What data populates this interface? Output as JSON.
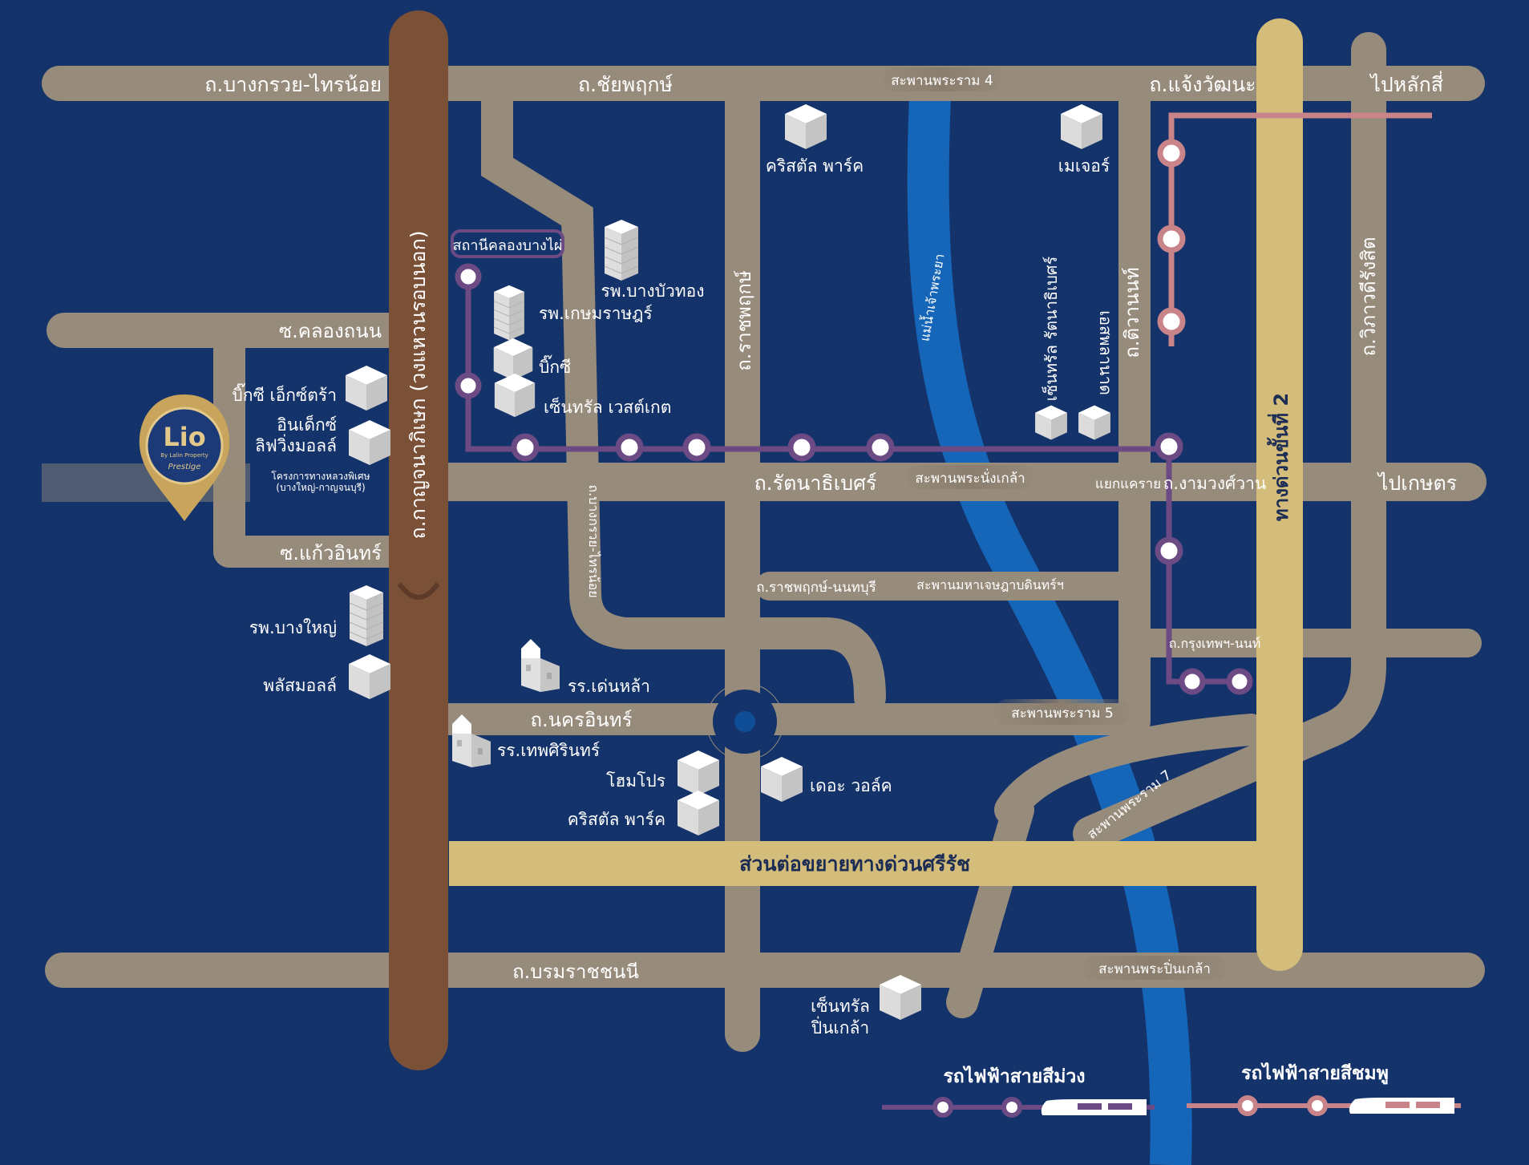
{
  "map": {
    "roads": {
      "bang_kruai_sai_noi": "ถ.บางกรวย-ไทรน้อย",
      "chaiyaphruek": "ถ.ชัยพฤกษ์",
      "chaengwattana": "ถ.แจ้งวัฒนะ",
      "to_lak_si": "ไปหลักสี่",
      "khlong_thanon": "ซ.คลองถนน",
      "kaew_in": "ซ.แก้วอินทร์",
      "kanchanaphisek": "ถ.กาญจนาภิเษก (วงแหวนรอบนอก)",
      "ratchaphruek": "ถ.ราชพฤกษ์",
      "tiwanon": "ถ.ติวานนท์",
      "wiphawadi": "ถ.วิภาวดีรังสิต",
      "expressway2": "ทางด่วนขั้นที่ 2",
      "rattanathibet": "ถ.รัตนาธิเบศร์",
      "khae_rai": "แยกแคราย",
      "ngamwongwan": "ถ.งามวงศ์วาน",
      "to_kaset": "ไปเกษตร",
      "bang_kruai_sai_noi_v": "ถ.บางกรวย-ไทรน้อย",
      "ratchaphruek_nonthaburi": "ถ.ราชพฤกษ์-นนทบุรี",
      "krungthep_non": "ถ.กรุงเทพฯ-นนท์",
      "nakhon_in": "ถ.นครอินทร์",
      "borommaratchachonnani": "ถ.บรมราชชนนี",
      "sirirat_ext": "ส่วนต่อขยายทางด่วนศรีรัช",
      "special_highway": "โครงการทางหลวงพิเศษ",
      "special_highway_sub": "(บางใหญ่-กาญจนบุรี)",
      "river": "แม่น้ำเจ้าพระยา"
    },
    "bridges": {
      "rama4": "สะพานพระราม 4",
      "phra_nang_klao": "สะพานพระนั่งเกล้า",
      "maha_chesada": "สะพานมหาเจษฎาบดินทร์ฯ",
      "rama5": "สะพานพระราม 5",
      "rama7": "สะพานพระราม 7",
      "pin_klao": "สะพานพระปิ่นเกล้า"
    },
    "places": {
      "crystal_park_1": "คริสตัล พาร์ค",
      "major": "เมเจอร์",
      "bang_bua_thong_hosp": "รพ.บางบัวทอง",
      "kasemrad_hosp": "รพ.เกษมราษฎร์",
      "big_c_1": "บิ๊กซี",
      "central_westgate": "เซ็นทรัล เวสต์เกต",
      "big_c_extra": "บิ๊กซี เอ็กซ์ตร้า",
      "index_1": "อินเด็กซ์",
      "index_2": "ลิฟวิ่งมอลล์",
      "central_rattana": "เซ็นทรัล รัตนาธิเบศร์",
      "esplanade": "เอสพลานาด",
      "bang_yai_hosp": "รพ.บางใหญ่",
      "plus_mall": "พลัสมอลล์",
      "dennla_school": "รร.เด่นหล้า",
      "thepsirin_school": "รร.เทพศิรินทร์",
      "homepro": "โฮมโปร",
      "crystal_park_2": "คริสตัล พาร์ค",
      "the_walk": "เดอะ วอล์ค",
      "central_pinklao_1": "เซ็นทรัล",
      "central_pinklao_2": "ปิ่นเกล้า"
    },
    "station": "สถานีคลองบางไผ่",
    "pin": {
      "brand": "Lio",
      "sub": "By Lalin Property",
      "tag": "Prestige"
    },
    "legend": {
      "purple_line": "รถไฟฟ้าสายสีม่วง",
      "pink_line": "รถไฟฟ้าสายสีชมพู"
    }
  },
  "colors": {
    "background": "#15336b",
    "road": "#978b7b",
    "main_road": "#7a5037",
    "expressway": "#d4bd7a",
    "river": "#1565b8",
    "purple_line": "#6c4a84",
    "pink_line": "#c9848a",
    "pin_gold": "#c8a45c",
    "pin_navy": "#1d3a78"
  }
}
